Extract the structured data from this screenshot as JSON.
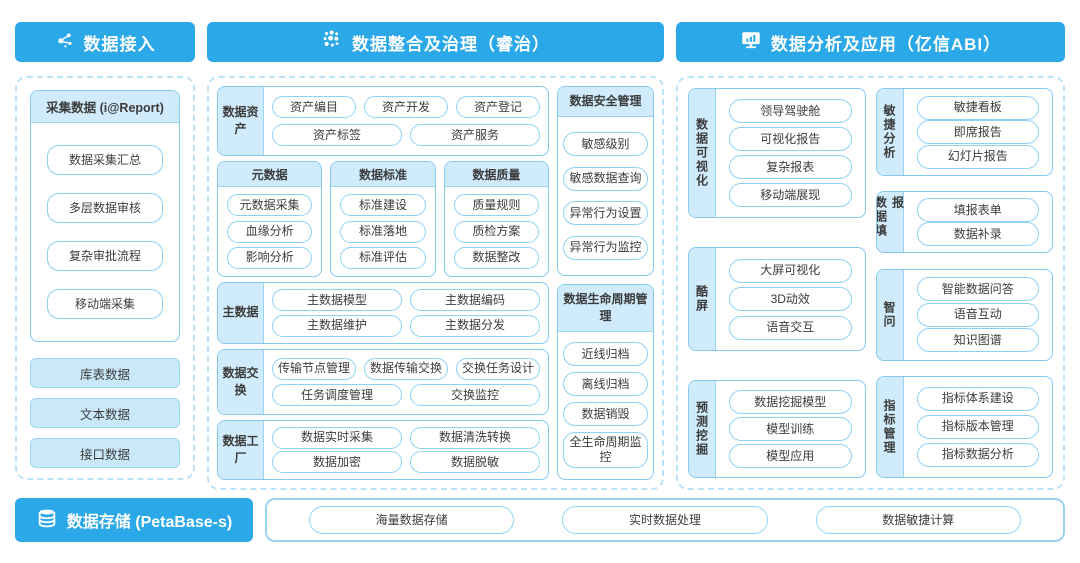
{
  "colors": {
    "header_blue": "#2ba8e8",
    "band_fill": "#d0ebfb",
    "card_border": "#85c9ef",
    "pill_border": "#8fd2f3",
    "dashed_border": "#bce2f7",
    "source_fill": "#c9e9fa",
    "text": "#3c3c3c"
  },
  "access": {
    "title": "数据接入",
    "collect": {
      "title": "采集数据 (i@Report)",
      "items": [
        "数据采集汇总",
        "多层数据审核",
        "复杂审批流程",
        "移动端采集"
      ]
    },
    "sources": [
      "库表数据",
      "文本数据",
      "接口数据"
    ]
  },
  "governance": {
    "title": "数据整合及治理（睿治）",
    "asset": {
      "label": "数据资产",
      "rows": [
        [
          "资产编目",
          "资产开发",
          "资产登记"
        ],
        [
          "资产标签",
          "资产服务"
        ]
      ]
    },
    "meta": {
      "title": "元数据",
      "items": [
        "元数据采集",
        "血缘分析",
        "影响分析"
      ]
    },
    "standard": {
      "title": "数据标准",
      "items": [
        "标准建设",
        "标准落地",
        "标准评估"
      ]
    },
    "quality": {
      "title": "数据质量",
      "items": [
        "质量规则",
        "质检方案",
        "数据整改"
      ]
    },
    "master": {
      "label": "主数据",
      "rows": [
        [
          "主数据模型",
          "主数据编码"
        ],
        [
          "主数据维护",
          "主数据分发"
        ]
      ]
    },
    "exchange": {
      "label": "数据交换",
      "rows": [
        [
          "传输节点管理",
          "数据传输交换",
          "交换任务设计"
        ],
        [
          "任务调度管理",
          "交换监控"
        ]
      ]
    },
    "factory": {
      "label": "数据工厂",
      "rows": [
        [
          "数据实时采集",
          "数据清洗转换"
        ],
        [
          "数据加密",
          "数据脱敏"
        ]
      ]
    },
    "security": {
      "title": "数据安全管理",
      "items": [
        "敏感级别",
        "敏感数据查询",
        "异常行为设置",
        "异常行为监控"
      ]
    },
    "lifecycle": {
      "title": "数据生命周期管理",
      "items": [
        "近线归档",
        "离线归档",
        "数据销毁",
        "全生命周期监控"
      ]
    }
  },
  "analysis": {
    "title": "数据分析及应用（亿信ABI）",
    "viz": {
      "label": "数据可视化",
      "items": [
        "领导驾驶舱",
        "可视化报告",
        "复杂报表",
        "移动端展现"
      ]
    },
    "coolscreen": {
      "label": "酷屏",
      "items": [
        "大屏可视化",
        "3D动效",
        "语音交互"
      ]
    },
    "mining": {
      "label": "预测挖掘",
      "items": [
        "数据挖掘模型",
        "模型训练",
        "模型应用"
      ]
    },
    "agile": {
      "label": "敏捷分析",
      "items": [
        "敏捷看板",
        "即席报告",
        "幻灯片报告"
      ]
    },
    "filling": {
      "label": "数据填报",
      "items": [
        "填报表单",
        "数据补录"
      ]
    },
    "smartask": {
      "label": "智问",
      "items": [
        "智能数据问答",
        "语音互动",
        "知识图谱"
      ]
    },
    "indicator": {
      "label": "指标管理",
      "items": [
        "指标体系建设",
        "指标版本管理",
        "指标数据分析"
      ]
    }
  },
  "storage": {
    "title": "数据存储 (PetaBase-s)",
    "items": [
      "海量数据存储",
      "实时数据处理",
      "数据敏捷计算"
    ]
  }
}
